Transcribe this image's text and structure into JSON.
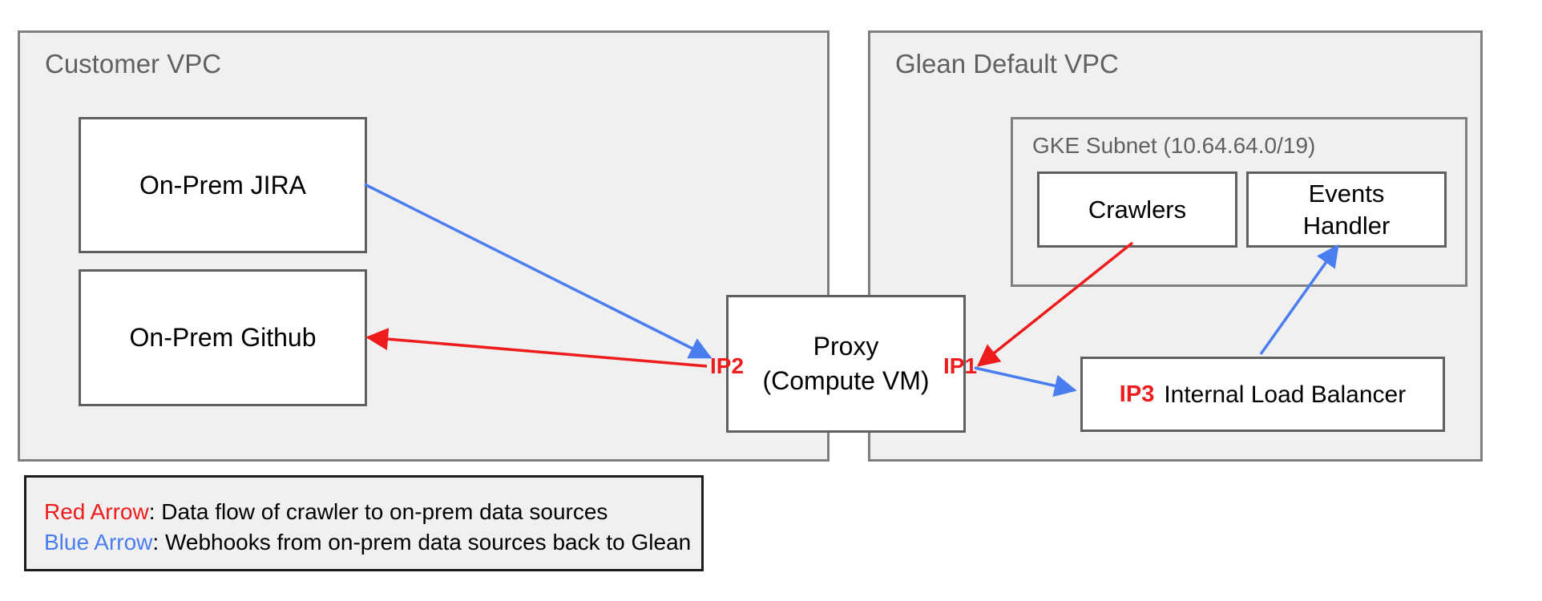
{
  "customer_vpc": {
    "label": "Customer VPC"
  },
  "glean_vpc": {
    "label": "Glean Default VPC"
  },
  "gke_subnet": {
    "label": "GKE Subnet (10.64.64.0/19)"
  },
  "nodes": {
    "jira": {
      "label": "On-Prem JIRA"
    },
    "github": {
      "label": "On-Prem Github"
    },
    "proxy": {
      "line1": "Proxy",
      "line2": "(Compute VM)"
    },
    "crawlers": {
      "label": "Crawlers"
    },
    "events_handler": {
      "line1": "Events",
      "line2": "Handler"
    },
    "internal_load_balancer": {
      "ip_label": "IP3",
      "label": "Internal Load Balancer"
    }
  },
  "ip_labels": {
    "ip1": "IP1",
    "ip2": "IP2"
  },
  "legend": {
    "red_term": "Red Arrow",
    "red_desc": ": Data flow of crawler to on-prem data sources",
    "blue_term": "Blue Arrow",
    "blue_desc": ": Webhooks from on-prem data sources back to Glean"
  },
  "colors": {
    "red": "#ee1c1c",
    "blue": "#4a7df0",
    "vpc-fill": "#f0f0f0",
    "vpc-border": "#7f7f7f",
    "node-border": "#5f5f5f",
    "label-gray": "#616161",
    "legend-border": "#1c1c1c",
    "ink": "#000000"
  }
}
